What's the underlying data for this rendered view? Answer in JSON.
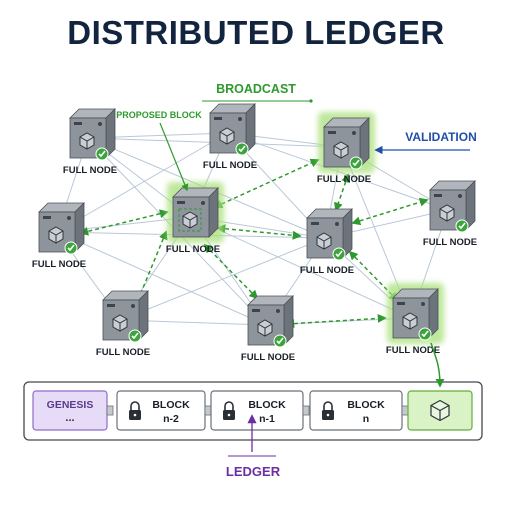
{
  "title": "DISTRIBUTED LEDGER",
  "annotations": {
    "broadcast": "BROADCAST",
    "proposed_block": "PROPOSED BLOCK",
    "validation": "VALIDATION",
    "ledger": "LEDGER"
  },
  "nodes": [
    {
      "id": "n1",
      "label": "FULL NODE",
      "highlighted": false
    },
    {
      "id": "n2",
      "label": "FULL NODE",
      "highlighted": false
    },
    {
      "id": "n3",
      "label": "FULL NODE",
      "highlighted": true
    },
    {
      "id": "n4",
      "label": "FULL NODE",
      "highlighted": false
    },
    {
      "id": "n5",
      "label": "FULL NODE",
      "highlighted": true
    },
    {
      "id": "n6",
      "label": "FULL NODE",
      "highlighted": false
    },
    {
      "id": "n7",
      "label": "FULL NODE",
      "highlighted": false
    },
    {
      "id": "n8",
      "label": "FULL NODE",
      "highlighted": false
    },
    {
      "id": "n9",
      "label": "FULL NODE",
      "highlighted": false
    },
    {
      "id": "n10",
      "label": "FULL NODE",
      "highlighted": true
    }
  ],
  "chain": [
    {
      "line1": "GENESIS",
      "line2": "...",
      "kind": "genesis"
    },
    {
      "line1": "BLOCK",
      "line2": "n-2",
      "kind": "locked"
    },
    {
      "line1": "BLOCK",
      "line2": "n-1",
      "kind": "locked"
    },
    {
      "line1": "BLOCK",
      "line2": "n",
      "kind": "locked"
    },
    {
      "line1": "",
      "line2": "",
      "kind": "new"
    }
  ],
  "colors": {
    "title": "#13243f",
    "mesh_line": "#b9c8d8",
    "broadcast": "#2e9a2e",
    "validation": "#1f4fa8",
    "ledger": "#6a2fa0",
    "server_body": "#8e949c",
    "server_side": "#6d737b",
    "server_top": "#b1b6bd",
    "highlight_glow": "#a8e07a",
    "check": "#3aa53a",
    "genesis_fill": "#e6dcf7",
    "genesis_border": "#8f6cc8",
    "new_block_fill": "#d9f2c6",
    "new_block_border": "#62ad3e"
  }
}
